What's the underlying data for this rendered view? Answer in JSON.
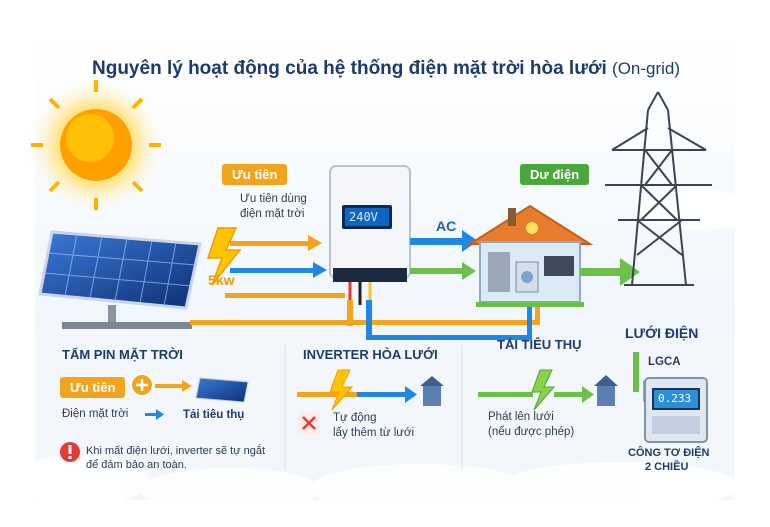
{
  "title": {
    "main": "Nguyên lý hoạt động của hệ thống điện mặt trời hòa lưới",
    "suffix": "(On-grid)"
  },
  "top": {
    "priority_tag": "Ưu tiên",
    "priority_note_1": "Ưu tiên dùng",
    "priority_note_2": "điện mặt trời",
    "power": "5kw",
    "inverter_display": "240V",
    "ac_label": "AC",
    "surplus_tag": "Dư điện"
  },
  "labels": {
    "solar_panel": "TẤM PIN MẶT TRỜI",
    "inverter": "INVERTER HÒA LƯỚI",
    "load": "TẢI TIÊU THỤ",
    "grid": "LƯỚI ĐIỆN",
    "lgca": "LGCA",
    "meter_1": "CÔNG TƠ ĐIỆN",
    "meter_2": "2 CHIỀU",
    "meter_display": "0.233"
  },
  "bottom": {
    "priority_tag": "Ưu tiên",
    "solar_power": "Điện mặt trời",
    "load": "Tải tiêu thụ",
    "warning": "Khi mất điện lưới, inverter sẽ tự ngắt để đảm bảo an toàn.",
    "auto_1": "Tự động",
    "auto_2": "lấy thêm từ lưới",
    "export_1": "Phát lên lưới",
    "export_2": "(nếu được phép)"
  },
  "colors": {
    "title": "#1f3b6e",
    "priority": "#f2a51c",
    "surplus": "#4aa83a",
    "ac_flow": "#1e88e5",
    "grid_flow": "#6cc04a",
    "sun": "#ffb300"
  }
}
